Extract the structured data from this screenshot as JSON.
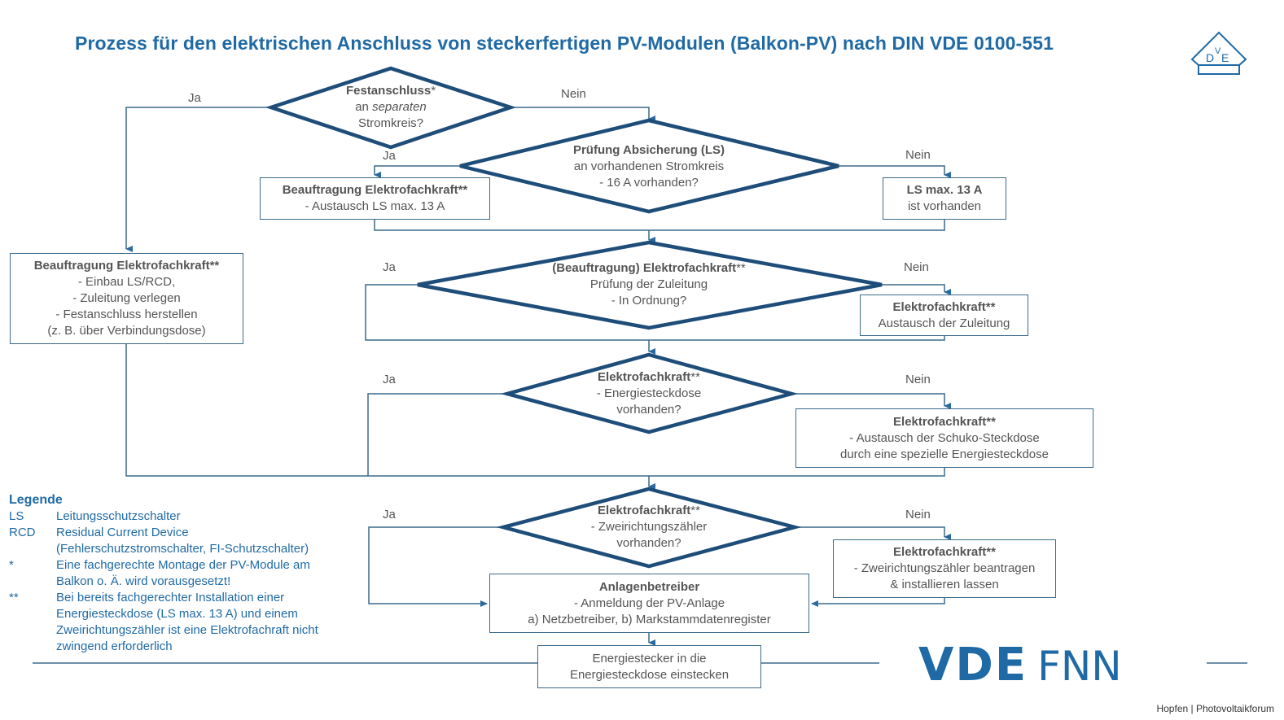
{
  "title": "Prozess für den elektrischen Anschluss von steckerfertigen PV-Modulen (Balkon-PV) nach DIN VDE 0100-551",
  "logo_mark": {
    "top": "V",
    "left": "D",
    "right": "E"
  },
  "colors": {
    "title": "#1f6aa5",
    "line": "#3b6a8a",
    "diamond": "#1d4d78",
    "text": "#555555",
    "arrow": "#2a6aa0"
  },
  "decisions": {
    "d1": {
      "bold": "Festanschluss",
      "suffix": "*",
      "line2_pre": "an ",
      "line2_italic": "separaten",
      "line3": "Stromkreis?"
    },
    "d2": {
      "bold": "Prüfung Absicherung (LS)",
      "line2": "an vorhandenen  Stromkreis",
      "line3": "- 16 A vorhanden?"
    },
    "d3": {
      "bold": "(Beauftragung) Elektrofachkraft",
      "suffix": "**",
      "line2": "Prüfung  der Zuleitung",
      "line3": "- In Ordnung?"
    },
    "d4": {
      "bold": "Elektrofachkraft",
      "suffix": "**",
      "line2": "- Energiesteckdose",
      "line3": "vorhanden?"
    },
    "d5": {
      "bold": "Elektrofachkraft",
      "suffix": "**",
      "line2": "- Zweirichtungszähler",
      "line3": "vorhanden?"
    }
  },
  "boxes": {
    "b_left": {
      "bold": "Beauftragung Elektrofachkraft**",
      "lines": [
        "- Einbau LS/RCD,",
        "- Zuleitung  verlegen",
        "- Festanschluss herstellen",
        "(z. B. über Verbindungsdose)"
      ]
    },
    "b_ls_exchange": {
      "bold": "Beauftragung Elektrofachkraft**",
      "lines": [
        "- Austausch LS max. 13 A"
      ]
    },
    "b_ls_present": {
      "bold": "LS max. 13 A",
      "lines": [
        "ist vorhanden"
      ]
    },
    "b_zuleitung": {
      "bold": "Elektrofachkraft**",
      "lines": [
        "Austausch der Zuleitung"
      ]
    },
    "b_steckdose": {
      "bold": "Elektrofachkraft**",
      "lines": [
        "- Austausch der Schuko-Steckdose",
        "durch eine spezielle Energiesteckdose"
      ]
    },
    "b_zaehler": {
      "bold": "Elektrofachkraft**",
      "lines": [
        "- Zweirichtungszähler  beantragen",
        "& installieren  lassen"
      ]
    },
    "b_anlagenbetreiber": {
      "bold": "Anlagenbetreiber",
      "lines": [
        "- Anmeldung  der PV-Anlage",
        "a) Netzbetreiber,  b) Markstammdatenregister"
      ]
    },
    "b_final": {
      "bold": "",
      "lines": [
        "Energiestecker in die",
        "Energiesteckdose einstecken"
      ]
    }
  },
  "edge_labels": {
    "yes": "Ja",
    "no": "Nein"
  },
  "legend": {
    "heading": "Legende",
    "entries": [
      {
        "key": "LS",
        "text": [
          "Leitungsschutzschalter"
        ]
      },
      {
        "key": "RCD",
        "text": [
          "Residual  Current  Device",
          "(Fehlerschutzstromschalter,  FI-Schutzschalter)"
        ]
      },
      {
        "key": "*",
        "text": [
          "Eine fachgerechte  Montage der PV-Module  am",
          "Balkon o. Ä. wird vorausgesetzt!"
        ]
      },
      {
        "key": "**",
        "text": [
          "Bei bereits fachgerechter  Installation  einer",
          "Energiesteckdose (LS max.  13 A) und einem",
          "Zweirichtungszähler  ist eine Elektrofachraft  nicht",
          "zwingend  erforderlich"
        ]
      }
    ]
  },
  "footer_logo": {
    "bold": "VDE",
    "light": "FNN"
  },
  "credit": "Hopfen | Photovoltaikforum"
}
